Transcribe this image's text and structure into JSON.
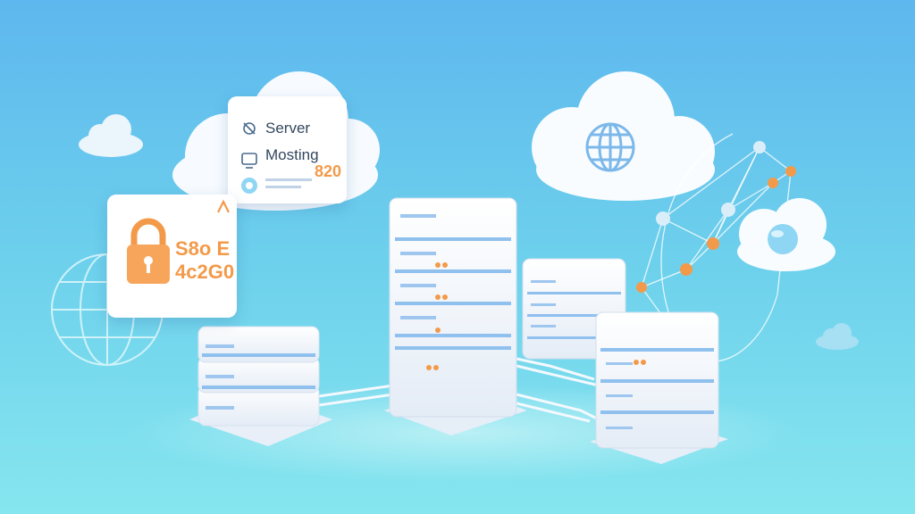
{
  "server_card": {
    "line1": "Server",
    "line2": "Mosting",
    "number": "820"
  },
  "security_card": {
    "line1": "S8o E",
    "line2": "4c2G0"
  },
  "colors": {
    "sky_top": "#5eb7ee",
    "sky_bottom": "#86e6ef",
    "accent_orange": "#f39a4a",
    "accent_blue": "#6aa7e8",
    "text_dark": "#33475e"
  },
  "icons": [
    "cloud-icon",
    "globe-icon",
    "lock-icon",
    "server-rack-icon",
    "network-node-icon",
    "cable-icon"
  ]
}
